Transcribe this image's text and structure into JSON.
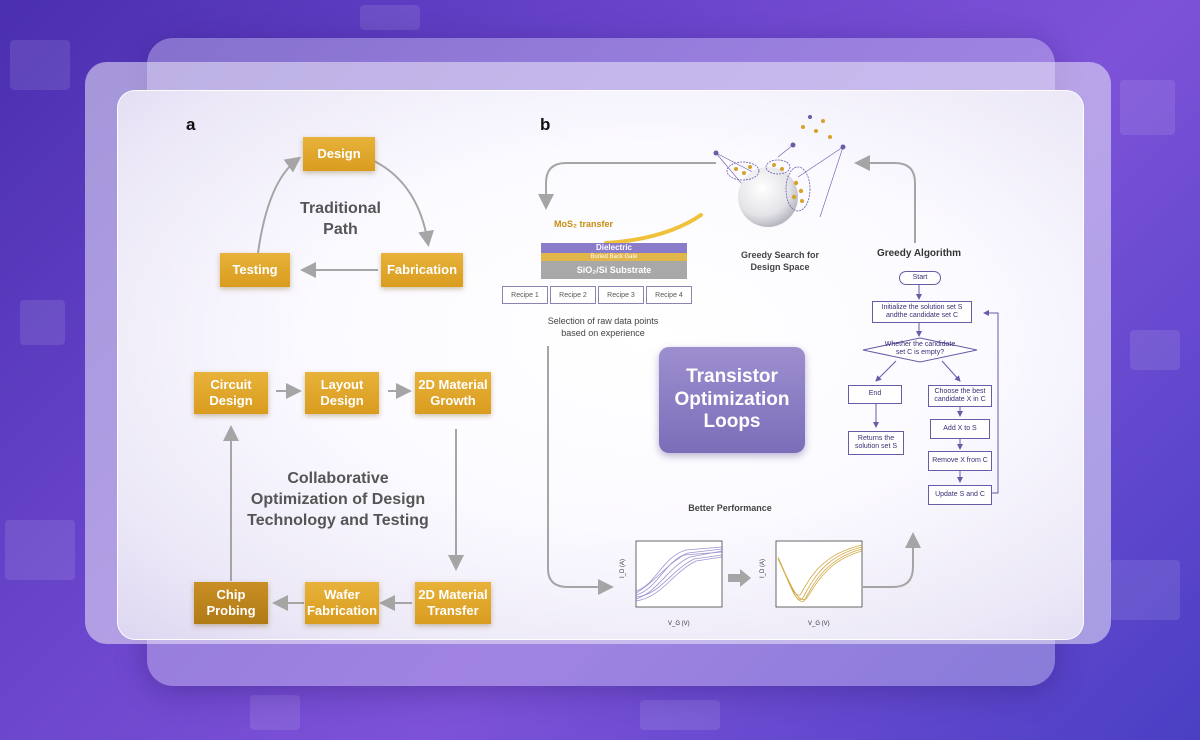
{
  "panel_a": {
    "label": "a",
    "traditional": {
      "title_line1": "Traditional",
      "title_line2": "Path",
      "design": "Design",
      "fabrication": "Fabrication",
      "testing": "Testing"
    },
    "collaborative": {
      "title_line1": "Collaborative",
      "title_line2": "Optimization of Design",
      "title_line3": "Technology and Testing",
      "circuit_design": [
        "Circuit",
        "Design"
      ],
      "layout_design": [
        "Layout",
        "Design"
      ],
      "material_growth": [
        "2D Material",
        "Growth"
      ],
      "material_transfer": [
        "2D Material",
        "Transfer"
      ],
      "wafer_fabrication": [
        "Wafer",
        "Fabrication"
      ],
      "chip_probing": [
        "Chip",
        "Probing"
      ]
    }
  },
  "panel_b": {
    "label": "b",
    "mos2_transfer": "MoS₂ transfer",
    "dielectric": "Dielectric",
    "buried_gate": "Buried Back Gate",
    "substrate": "SiO₂/Si Substrate",
    "recipes": [
      "Recipe 1",
      "Recipe 2",
      "Recipe 3",
      "Recipe 4"
    ],
    "selection_line1": "Selection of raw data points",
    "selection_line2": "based on experience",
    "greedy_search_line1": "Greedy Search for",
    "greedy_search_line2": "Design Space",
    "greedy_algorithm": "Greedy Algorithm",
    "center": [
      "Transistor",
      "Optimization",
      "Loops"
    ],
    "better_performance": "Better Performance",
    "flowchart": {
      "start": "Start",
      "init": [
        "Initialize the solution set S",
        "andthe candidate set C"
      ],
      "decision": [
        "Whether the candidate",
        "set C is empty?"
      ],
      "end": "End",
      "returns": [
        "Returns the",
        "solution set S"
      ],
      "choose": [
        "Choose the best",
        "candidate X in C"
      ],
      "add": "Add X to S",
      "remove": "Remove X from C",
      "update": "Update S and C"
    },
    "plot1": {
      "ylabel": "I_D (A)",
      "xlabel": "V_G (V)"
    },
    "plot2": {
      "ylabel": "I_D (A)",
      "xlabel": "V_G (V)"
    }
  },
  "colors": {
    "accent_gold": "#dda228",
    "accent_purple": "#7c6db9",
    "arrow_gray": "#a5a5a5",
    "background": "#6a45cc"
  }
}
